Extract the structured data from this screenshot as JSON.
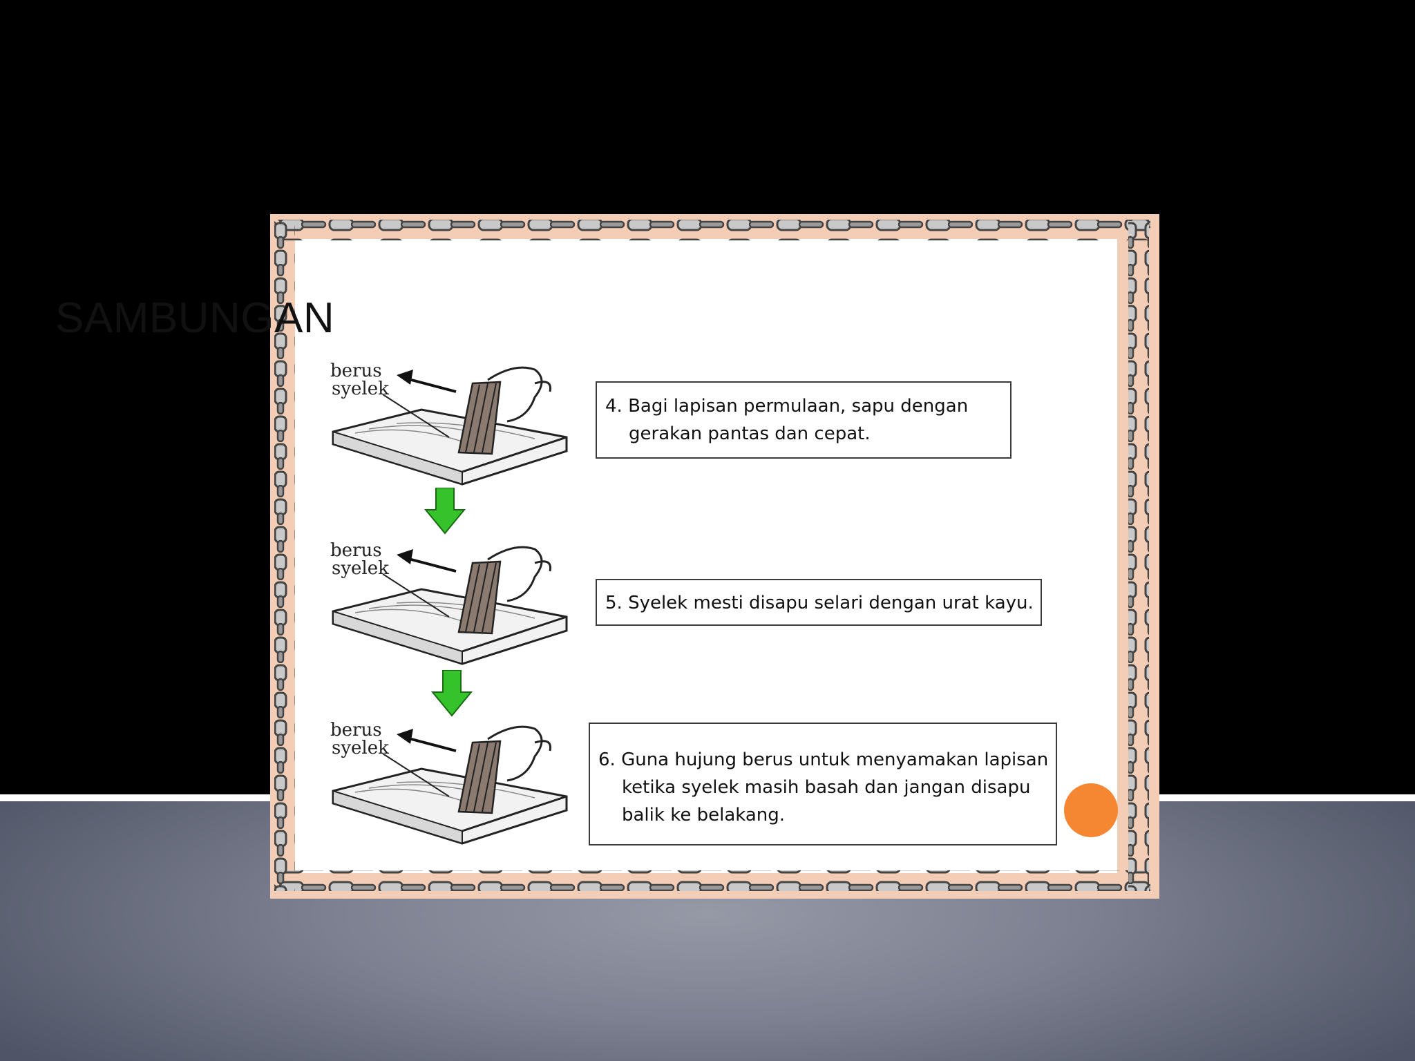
{
  "slide": {
    "title": "SAMBUNGAN",
    "colors": {
      "background_top": "#000000",
      "background_bottom": "#7c8090",
      "frame": "#f4cdb6",
      "arrow": "#35c22b",
      "accent_dot": "#f58632"
    },
    "steps": [
      {
        "text": "4. Bagi lapisan permulaan, sapu dengan gerakan pantas dan cepat.",
        "label_1": "berus",
        "label_2": "syelek"
      },
      {
        "text": "5. Syelek mesti disapu selari dengan urat kayu.",
        "label_1": "berus",
        "label_2": "syelek"
      },
      {
        "text": "6. Guna hujung berus untuk menyamakan lapisan ketika syelek masih basah dan jangan disapu balik ke belakang.",
        "label_1": "berus",
        "label_2": "syelek"
      }
    ],
    "icons": {
      "border": "chain-border-icon",
      "illustration": "brush-on-wood-icon",
      "flow": "arrow-down-icon",
      "accent": "circle-icon"
    }
  }
}
